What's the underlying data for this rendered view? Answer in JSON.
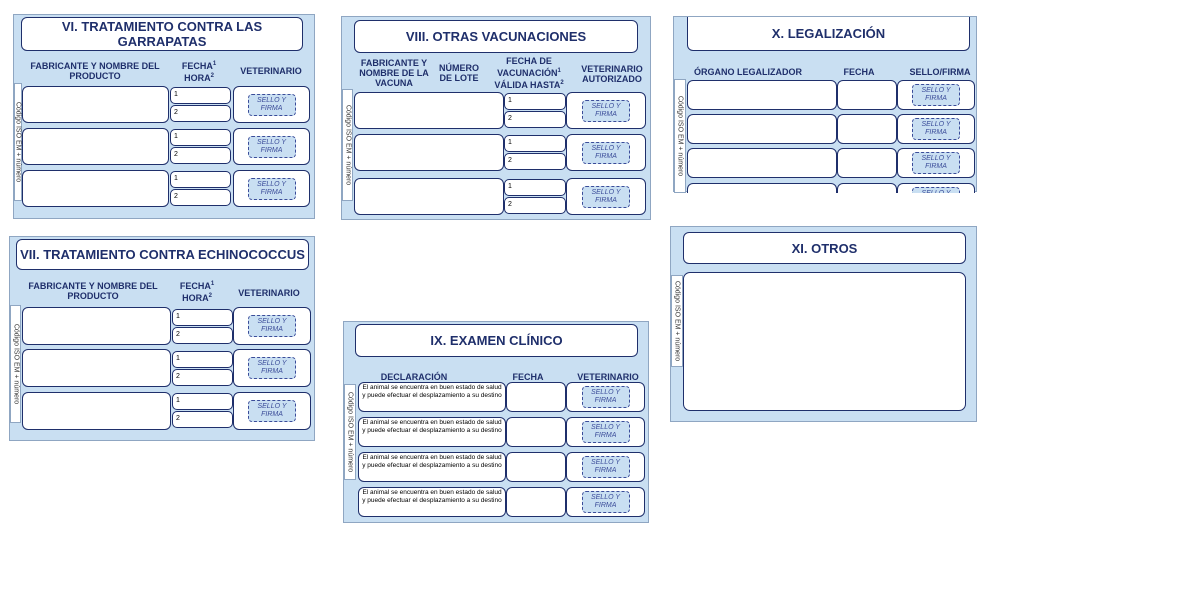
{
  "side_label": "Código ISO EM + número",
  "sello_label": "SELLO Y FIRMA",
  "row1": "1",
  "row2": "2",
  "vi": {
    "title": "VI. TRATAMIENTO CONTRA LAS GARRAPATAS",
    "col_product": "FABRICANTE Y NOMBRE DEL PRODUCTO",
    "col_fecha": "FECHA",
    "col_fecha_sup": "1",
    "col_hora": "HORA",
    "col_hora_sup": "2",
    "col_vet": "VETERINARIO"
  },
  "vii": {
    "title": "VII. TRATAMIENTO CONTRA ECHINOCOCCUS",
    "col_product": "FABRICANTE Y NOMBRE DEL PRODUCTO",
    "col_fecha": "FECHA",
    "col_fecha_sup": "1",
    "col_hora": "HORA",
    "col_hora_sup": "2",
    "col_vet": "VETERINARIO"
  },
  "viii": {
    "title": "VIII. OTRAS VACUNACIONES",
    "col_product": "FABRICANTE Y NOMBRE DE LA VACUNA",
    "col_lote": "NÚMERO DE LOTE",
    "col_fecha_a": "FECHA DE VACUNACIÓN",
    "col_fecha_a_sup": "1",
    "col_fecha_b": "VÁLIDA HASTA",
    "col_fecha_b_sup": "2",
    "col_vet": "VETERINARIO AUTORIZADO"
  },
  "ix": {
    "title": "IX. EXAMEN CLÍNICO",
    "col_decl": "DECLARACIÓN",
    "col_fecha": "FECHA",
    "col_vet": "VETERINARIO",
    "declaration": "El animal se encuentra en buen estado de salud y puede efectuar el desplazamiento a su destino"
  },
  "x": {
    "title": "X. LEGALIZACIÓN",
    "col_organo": "ÓRGANO LEGALIZADOR",
    "col_fecha": "FECHA",
    "col_sello": "SELLO/FIRMA"
  },
  "xi": {
    "title": "XI. OTROS"
  }
}
